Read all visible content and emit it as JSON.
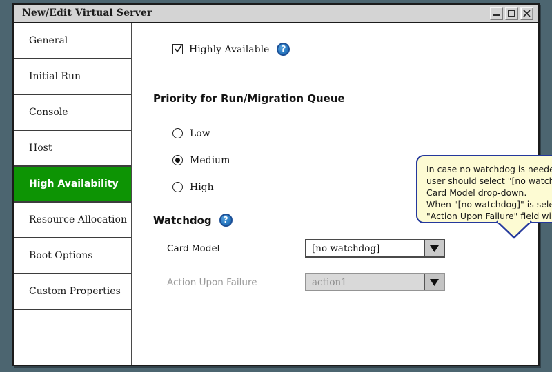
{
  "window": {
    "title": "New/Edit Virtual Server",
    "controls": [
      {
        "name": "minimize-button",
        "icon": "minimize-icon"
      },
      {
        "name": "maximize-button",
        "icon": "maximize-icon"
      },
      {
        "name": "close-button",
        "icon": "close-icon"
      }
    ]
  },
  "sidebar": {
    "items": [
      {
        "label": "General",
        "selected": false
      },
      {
        "label": "Initial Run",
        "selected": false
      },
      {
        "label": "Console",
        "selected": false
      },
      {
        "label": "Host",
        "selected": false
      },
      {
        "label": "High Availability",
        "selected": true
      },
      {
        "label": "Resource Allocation",
        "selected": false
      },
      {
        "label": "Boot Options",
        "selected": false
      },
      {
        "label": "Custom Properties",
        "selected": false
      }
    ],
    "selected_color": "#0d9404"
  },
  "main": {
    "highly_available": {
      "label": "Highly Available",
      "checked": true,
      "help_icon": "question-mark-icon"
    },
    "priority": {
      "heading": "Priority for Run/Migration Queue",
      "options": [
        {
          "label": "Low",
          "selected": false
        },
        {
          "label": "Medium",
          "selected": true
        },
        {
          "label": "High",
          "selected": false
        }
      ]
    },
    "watchdog": {
      "heading": "Watchdog",
      "help_icon": "question-mark-icon",
      "fields": [
        {
          "label": "Card Model",
          "value": "[no watchdog]",
          "disabled": false,
          "arrow_icon": "chevron-down-icon"
        },
        {
          "label": "Action Upon Failure",
          "value": "action1",
          "disabled": true,
          "arrow_icon": "chevron-down-icon"
        }
      ]
    },
    "callout": {
      "text": "In case no watchdog is needed for this VM,\nuser should select \"[no watchdog]\" in the\nCard Model drop-down.\nWhen \"[no watchdog]\" is selected, the\n\"Action Upon Failure\" field will be disabled.",
      "background": "#fdfbd3",
      "border_color": "#24389c"
    }
  }
}
